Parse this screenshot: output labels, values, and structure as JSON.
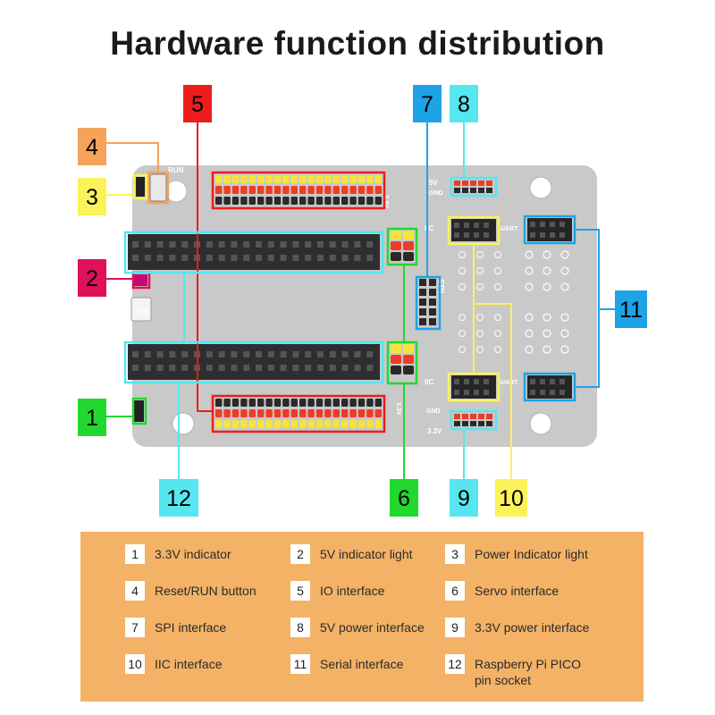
{
  "title": "Hardware function distribution",
  "board": {
    "labels": {
      "run": "RUN",
      "v33": "3.3V",
      "v5": "5V",
      "gnd": "GND",
      "spi": "SPI",
      "iic": "IIC",
      "uart": "UART",
      "usb": "USB"
    }
  },
  "callouts": [
    {
      "num": "1",
      "color": "#22d82e",
      "text_color": "#000000"
    },
    {
      "num": "2",
      "color": "#e0105a",
      "text_color": "#000000"
    },
    {
      "num": "3",
      "color": "#fbf25a",
      "text_color": "#000000"
    },
    {
      "num": "4",
      "color": "#f5a25a",
      "text_color": "#000000"
    },
    {
      "num": "5",
      "color": "#ee1c1c",
      "text_color": "#000000"
    },
    {
      "num": "6",
      "color": "#22d82e",
      "text_color": "#000000"
    },
    {
      "num": "7",
      "color": "#1ea3e6",
      "text_color": "#000000"
    },
    {
      "num": "8",
      "color": "#55e6f0",
      "text_color": "#000000"
    },
    {
      "num": "9",
      "color": "#55e6f0",
      "text_color": "#000000"
    },
    {
      "num": "10",
      "color": "#fbf25a",
      "text_color": "#000000"
    },
    {
      "num": "11",
      "color": "#1ea3e6",
      "text_color": "#000000"
    },
    {
      "num": "12",
      "color": "#55e6f0",
      "text_color": "#000000"
    }
  ],
  "legend": [
    {
      "num": "1",
      "text": "3.3V indicator"
    },
    {
      "num": "2",
      "text": "5V indicator light"
    },
    {
      "num": "3",
      "text": "Power Indicator light"
    },
    {
      "num": "4",
      "text": "Reset/RUN button"
    },
    {
      "num": "5",
      "text": "IO interface"
    },
    {
      "num": "6",
      "text": "Servo interface"
    },
    {
      "num": "7",
      "text": "SPI interface"
    },
    {
      "num": "8",
      "text": "5V power interface"
    },
    {
      "num": "9",
      "text": "3.3V power interface"
    },
    {
      "num": "10",
      "text": "IIC interface"
    },
    {
      "num": "11",
      "text": "Serial interface"
    },
    {
      "num": "12",
      "text": "Raspberry Pi PICO pin socket"
    }
  ]
}
